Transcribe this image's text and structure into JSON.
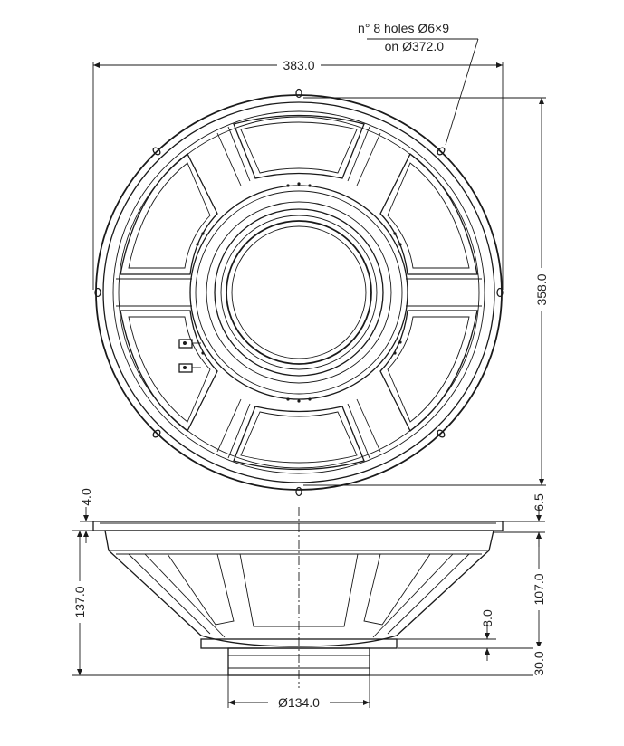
{
  "drawing": {
    "holes_note_line1": "n° 8 holes Ø6×9",
    "holes_note_line2": "on Ø372.0",
    "dims": {
      "overall_diameter": "383.0",
      "overall_height": "358.0",
      "flange_thickness": "4.0",
      "flange_offset": "6.5",
      "total_depth": "137.0",
      "basket_depth": "107.0",
      "magnet_step": "8.0",
      "magnet_depth": "30.0",
      "magnet_diameter": "Ø134.0"
    }
  }
}
